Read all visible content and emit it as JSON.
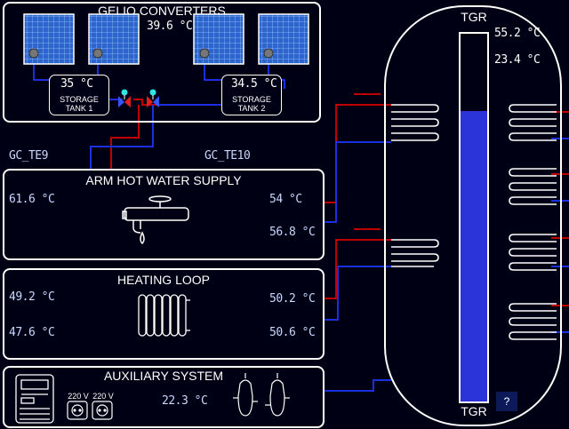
{
  "converters": {
    "title": "GELIO CONVERTERS",
    "temp": "39.6 °C",
    "tank1": {
      "temp": "35 °C",
      "label_line1": "STORAGE",
      "label_line2": "TANK 1"
    },
    "tank2": {
      "temp": "34.5 °C",
      "label_line1": "STORAGE",
      "label_line2": "TANK 2"
    }
  },
  "sensors": {
    "left": "GC_TE9",
    "right": "GC_TE10"
  },
  "hot_water": {
    "title": "ARM HOT WATER SUPPLY",
    "temp_left": "61.6 °C",
    "temp_right_top": "54 °C",
    "temp_right_bottom": "56.8 °C"
  },
  "heating": {
    "title": "HEATING LOOP",
    "temp_left_top": "49.2 °C",
    "temp_left_bottom": "47.6 °C",
    "temp_right_top": "50.2 °C",
    "temp_right_bottom": "50.6 °C"
  },
  "auxiliary": {
    "title": "AUXILIARY SYSTEM",
    "socket1": "220 V",
    "socket2": "220 V",
    "temp": "22.3 °C"
  },
  "tank": {
    "title": "TGR",
    "temp_top": "55.2 °C",
    "temp_second": "23.4 °C",
    "level_percent": 79,
    "help": "?"
  },
  "colors": {
    "hot": "#c00000",
    "cold": "#1a2fe0",
    "fill": "#2a34d8",
    "lcd": "#c8d8ff"
  }
}
